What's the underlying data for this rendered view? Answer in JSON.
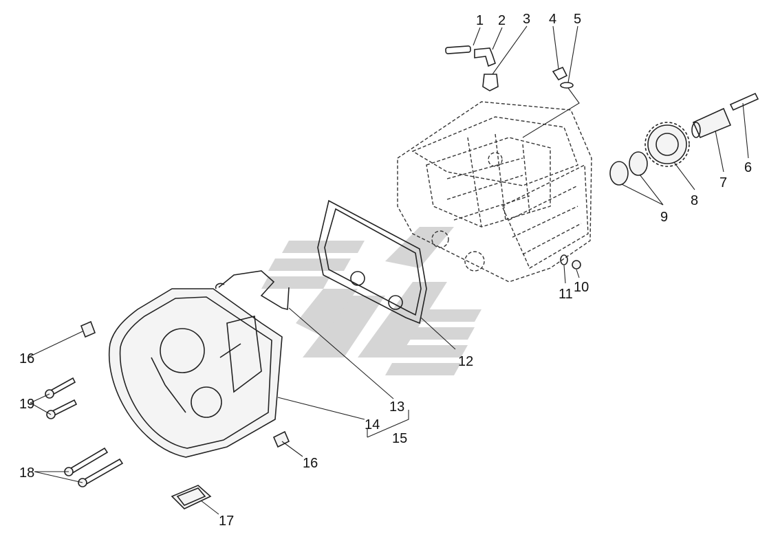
{
  "labels": {
    "p1": "1",
    "p2": "2",
    "p3": "3",
    "p4": "4",
    "p5": "5",
    "p6": "6",
    "p7": "7",
    "p8": "8",
    "p9": "9",
    "p10": "10",
    "p11": "11",
    "p12": "12",
    "p13": "13",
    "p14": "14",
    "p15": "15",
    "p16a": "16",
    "p16b": "16",
    "p17": "17",
    "p18": "18",
    "p19": "19"
  },
  "colors": {
    "line": "#222222",
    "watermark": "#d5d5d5"
  }
}
